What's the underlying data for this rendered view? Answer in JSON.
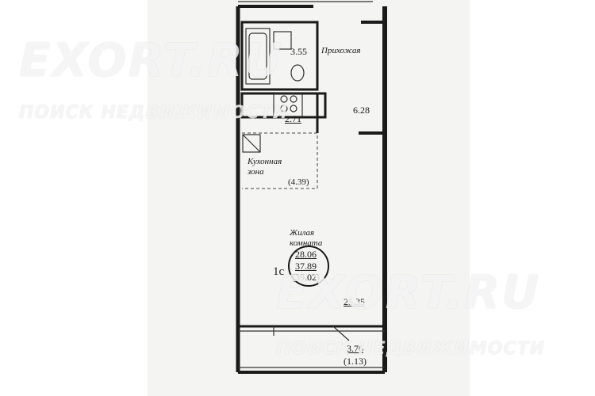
{
  "plan": {
    "bathroom_area": "3.55",
    "hallway_label": "Прихожая",
    "hallway_area": "6.28",
    "pantry_area": "2.71",
    "kitchen_label": "Кухонная\nзона",
    "kitchen_area": "(4.39)",
    "living_label": "Жилая\nкомната",
    "living_area": "28.06",
    "total_area": "37.89",
    "total_area_with_balcony": "(39.02)",
    "room_count": "1с",
    "corridor_area": "25.35",
    "balcony_area": "3.76",
    "balcony_area_reduced": "(1.13)"
  },
  "watermarks": {
    "brand_top": "EXORT.RU",
    "tagline_top": "ПОИСК НЕДВИЖИМОСТИ",
    "brand_bottom": "EXORT.RU",
    "tagline_bottom": "ПОИСК НЕДВИЖИМОСТИ"
  },
  "colors": {
    "paper": "#f4f4f2",
    "ink": "#1a1a1a",
    "watermark": "#ffffff"
  }
}
